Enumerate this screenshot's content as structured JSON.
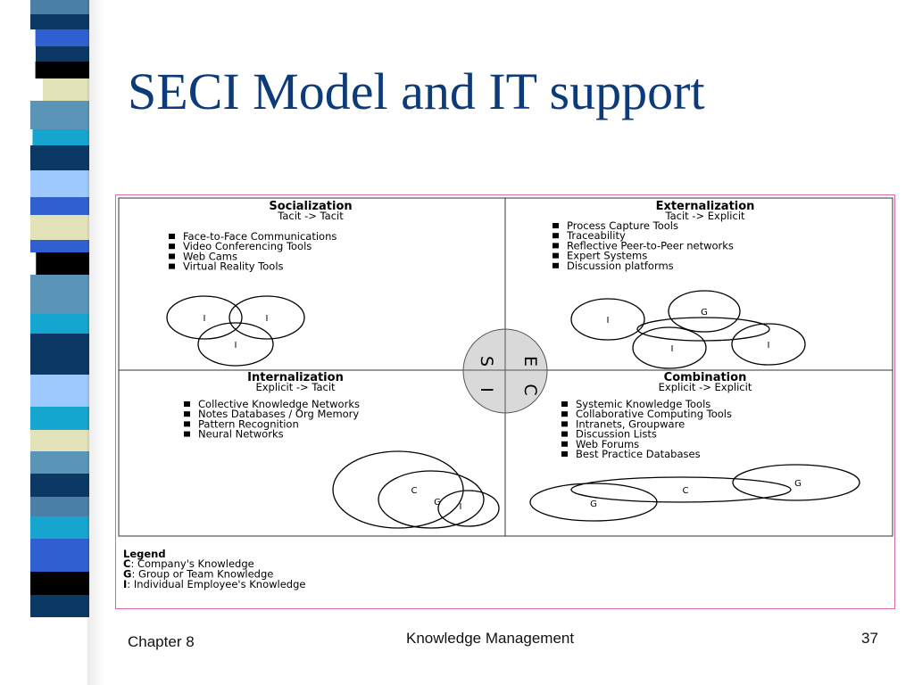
{
  "slide": {
    "title": "SECI Model and IT support"
  },
  "theme": {
    "title_color": "#0d3b7a",
    "frame_border": "#d66aa8",
    "stripe_colors": [
      "#4a7fa8",
      "#0c3866",
      "#2f5fd0",
      "#000000",
      "#e2e2b8",
      "#5a94b6",
      "#16a5cf",
      "#9ec9ff"
    ]
  },
  "quadrants": {
    "socialization": {
      "title": "Socialization",
      "subtitle": "Tacit -> Tacit",
      "items": [
        "Face-to-Face Communications",
        "Video Conferencing Tools",
        "Web Cams",
        "Virtual Reality Tools"
      ]
    },
    "externalization": {
      "title": "Externalization",
      "subtitle": "Tacit -> Explicit",
      "items": [
        "Process Capture Tools",
        "Traceability",
        "Reflective Peer-to-Peer networks",
        "Expert Systems",
        "Discussion platforms"
      ]
    },
    "internalization": {
      "title": "Internalization",
      "subtitle": "Explicit -> Tacit",
      "items": [
        "Collective Knowledge Networks",
        "Notes Databases / Org Memory",
        "Pattern Recognition",
        "Neural Networks"
      ]
    },
    "combination": {
      "title": "Combination",
      "subtitle": "Explicit -> Explicit",
      "items": [
        "Systemic Knowledge Tools",
        "Collaborative Computing Tools",
        "Intranets, Groupware",
        "Discussion Lists",
        "Web Forums",
        "Best Practice Databases"
      ]
    }
  },
  "center": {
    "s": "S",
    "e": "E",
    "i": "I",
    "c": "C"
  },
  "venn": {
    "i": "I",
    "g": "G",
    "c": "C"
  },
  "legend": {
    "title": "Legend",
    "entries": [
      {
        "key": "C",
        "sep": ": ",
        "text": "Company's Knowledge"
      },
      {
        "key": "G",
        "sep": ": ",
        "text": "Group or Team Knowledge"
      },
      {
        "key": "I",
        "sep": ": ",
        "text": "Individual Employee's Knowledge"
      }
    ]
  },
  "footer": {
    "left": "Chapter 8",
    "center": "Knowledge Management",
    "right": "37"
  }
}
